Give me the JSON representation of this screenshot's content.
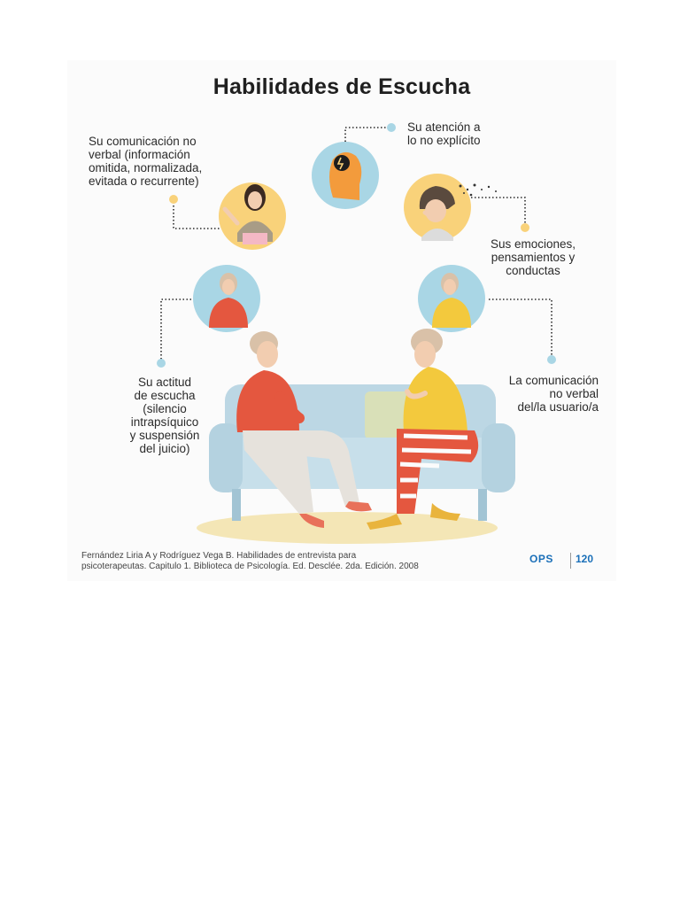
{
  "title": "Habilidades de Escucha",
  "labels": {
    "nonverbal_own": [
      "Su comunicación no",
      "verbal (información",
      "omitida, normalizada,",
      "evitada o recurrente)"
    ],
    "attention": [
      "Su atención a",
      "lo no explícito"
    ],
    "emotions": [
      "Sus emociones,",
      "pensamientos y",
      "conductas"
    ],
    "attitude": [
      "Su actitud",
      "de escucha",
      "(silencio",
      "intrapsíquico",
      "y suspensión",
      "del juicio)"
    ],
    "nonverbal_user": [
      "La comunicación",
      "no verbal",
      "del/la usuario/a"
    ]
  },
  "credit": [
    "Fernández Liria A y Rodríguez Vega B. Habilidades de entrevista para",
    "psicoterapeutas. Capitulo 1. Biblioteca de Psicología. Ed. Desclée. 2da. Edición. 2008"
  ],
  "logos": {
    "ops": "OPS",
    "anniversary": "120"
  },
  "colors": {
    "yellow": "#f9d27a",
    "blue": "#a9d6e5",
    "red": "#e4573f",
    "mustard": "#f3c93d"
  }
}
